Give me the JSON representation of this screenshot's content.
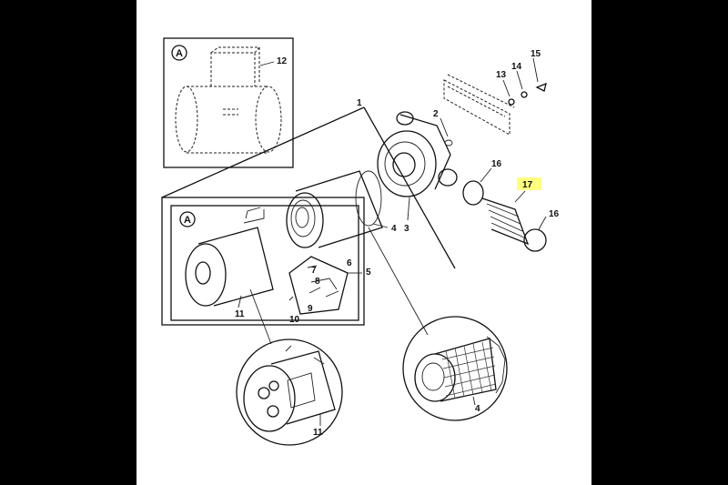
{
  "diagram": {
    "view_markers": {
      "detail_top": "A",
      "detail_left": "A"
    },
    "callouts": {
      "c1": "1",
      "c2": "2",
      "c3": "3",
      "c4": "4",
      "c4b": "4",
      "c5": "5",
      "c6": "6",
      "c7": "7",
      "c8": "8",
      "c9": "9",
      "c10": "10",
      "c11": "11",
      "c11b": "11",
      "c12": "12",
      "c13": "13",
      "c14": "14",
      "c15": "15",
      "c16a": "16",
      "c16b": "16",
      "c17": "17"
    },
    "colors": {
      "highlight": "#ffff80",
      "line": "#111111",
      "backdrop": "#000000",
      "sheet": "#ffffff"
    }
  }
}
